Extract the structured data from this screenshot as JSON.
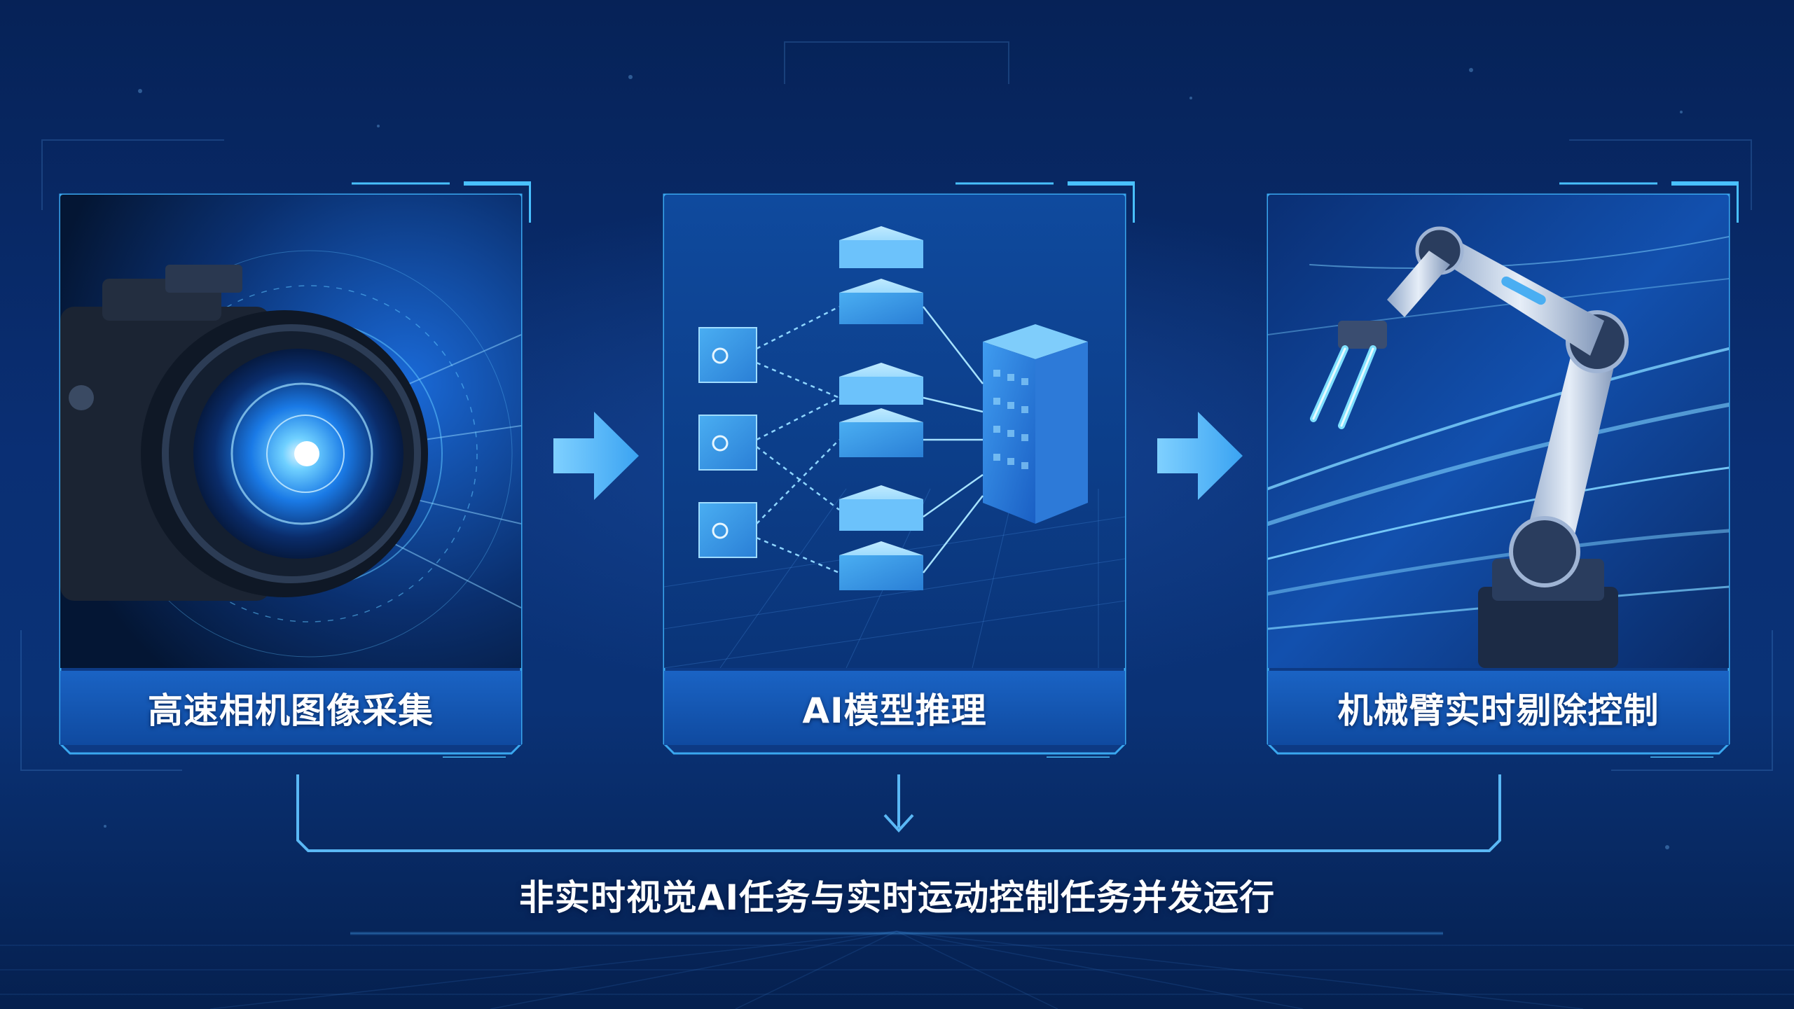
{
  "diagram": {
    "steps": [
      {
        "label": "高速相机图像采集",
        "icon": "camera-lens"
      },
      {
        "label": "AI模型推理",
        "icon": "neural-network-blocks"
      },
      {
        "label": "机械臂实时剔除控制",
        "icon": "robotic-arm"
      }
    ],
    "summary": "非实时视觉AI任务与实时运动控制任务并发运行"
  },
  "colors": {
    "background": "#0a2f74",
    "frame": "#3aa8f0",
    "caption_bar": "#1458b8",
    "arrow": "#5ab8f5",
    "text": "#ffffff"
  }
}
